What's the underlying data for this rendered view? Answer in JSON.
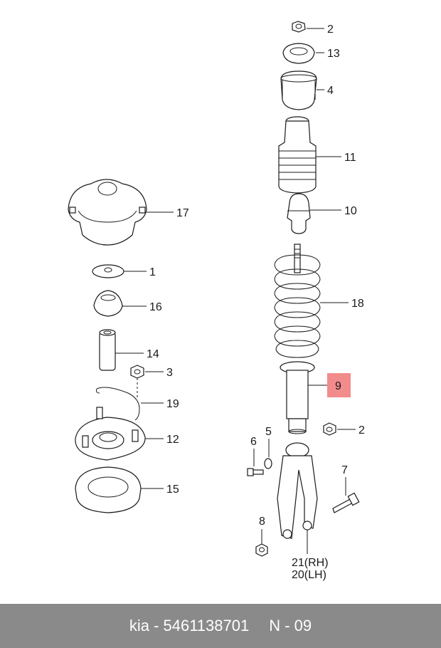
{
  "callouts": {
    "c2_top": "2",
    "c13": "13",
    "c4": "4",
    "c11": "11",
    "c10": "10",
    "c17": "17",
    "c1": "1",
    "c16": "16",
    "c18": "18",
    "c14": "14",
    "c3": "3",
    "c9": "9",
    "c19": "19",
    "c5": "5",
    "c2_bottom": "2",
    "c6": "6",
    "c12": "12",
    "c7": "7",
    "c15": "15",
    "c8": "8",
    "c21": "21(RH)",
    "c20": "20(LH)"
  },
  "highlight_color": "#f28b8b",
  "footer": {
    "part": "kia - 5461138701",
    "ref": "N - 09"
  }
}
